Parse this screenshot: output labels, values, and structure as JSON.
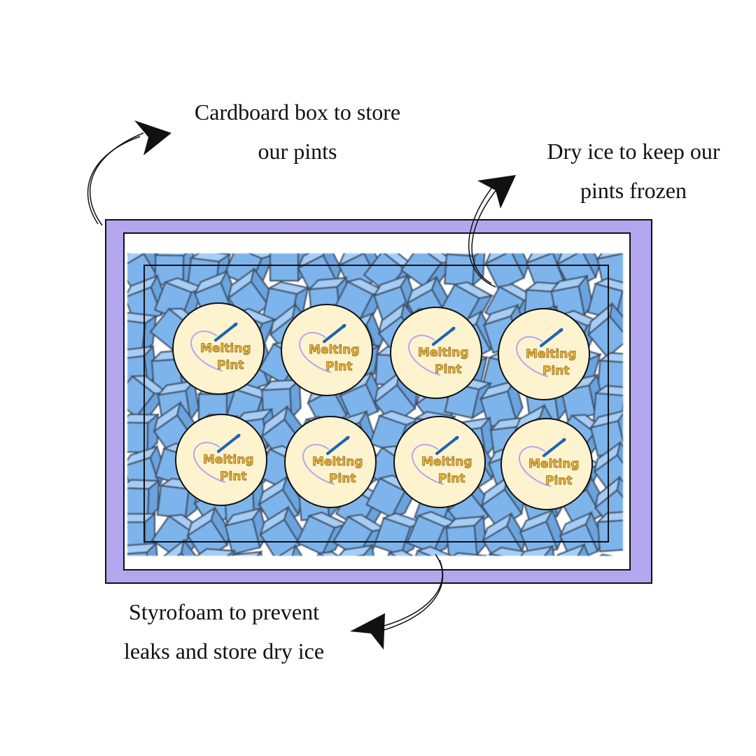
{
  "labels": {
    "cardboard": [
      "Cardboard box to store",
      "our pints"
    ],
    "dry_ice": [
      "Dry ice to keep our",
      "pints frozen"
    ],
    "styrofoam": [
      "Styrofoam to prevent",
      "leaks and store dry ice"
    ]
  },
  "pint_logo": {
    "line1": "Melting",
    "line2": "Pint"
  },
  "pint_count": 8,
  "colors": {
    "cardboard": "#b3a6ef",
    "ice": "#7db4ec",
    "pint": "#fdf3cf",
    "logo": "#e8b23c",
    "spoon": "#1f64b0"
  }
}
